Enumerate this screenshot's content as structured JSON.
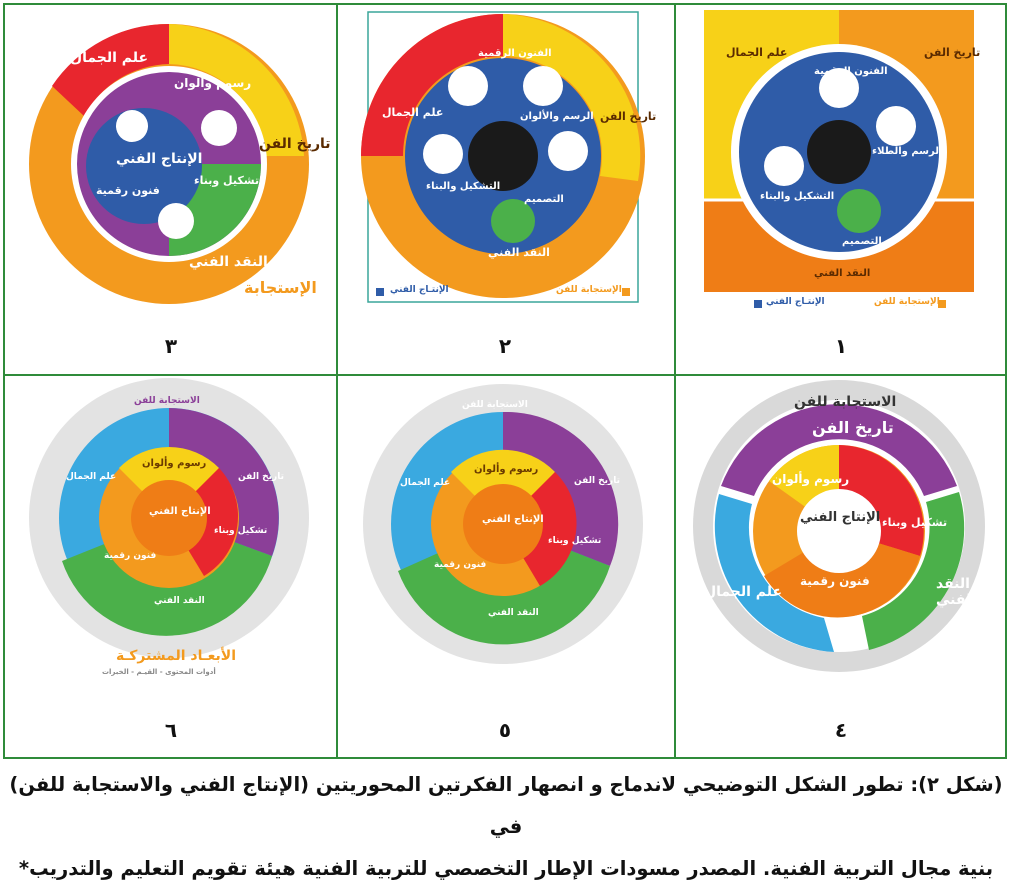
{
  "figure_numbers": [
    "١",
    "٢",
    "٣",
    "٤",
    "٥",
    "٦"
  ],
  "labels": {
    "art_production": "الإنتاج الفني",
    "response_to_art": "الاستجابة للفن",
    "response_short": "الإستجابة",
    "art_history": "تاريخ الفن",
    "aesthetics": "علم الجمال",
    "art_criticism": "النقد الفني",
    "drawing_colors": "رسوم وألوان",
    "drawing_painting": "الرسم والطلاء",
    "drawing_and_colors": "الرسم والألوان",
    "digital_arts": "الفنون الرقمية",
    "digital_arts_short": "فنون رقمية",
    "forming_building": "التشكيل والبناء",
    "forming_and_building": "تشكيل وبناء",
    "design": "التصميم",
    "legend_production": "الإنتـاج الفني",
    "legend_response": "الإستجابة للفن",
    "shared_dimensions": "الأبعـاد المشتركـة",
    "shared_dimensions_sub": "أدوات المحتوى - القيـم - الخبرات"
  },
  "colors": {
    "frame": "#2f8b3a",
    "orange": "#f39a1e",
    "dark_orange": "#ef7d16",
    "red": "#e8262e",
    "yellow": "#f7d118",
    "blue": "#2f5ca8",
    "purple": "#8b3f98",
    "green": "#4bb04a",
    "teal": "#25b4a8",
    "sky": "#3aa9e0",
    "gray_ring": "#d9d9d9"
  },
  "caption": {
    "line1": "(شكل ٢): تطور الشكل التوضيحي لاندماج و انصهار الفكرتين المحوريتين (الإنتاج الفني والاستجابة للفن) في",
    "line2": "بنية مجال التربية الفنية. المصدر مسودات الإطار التخصصي للتربية الفنية هيئة تقويم التعليم والتدريب*"
  }
}
